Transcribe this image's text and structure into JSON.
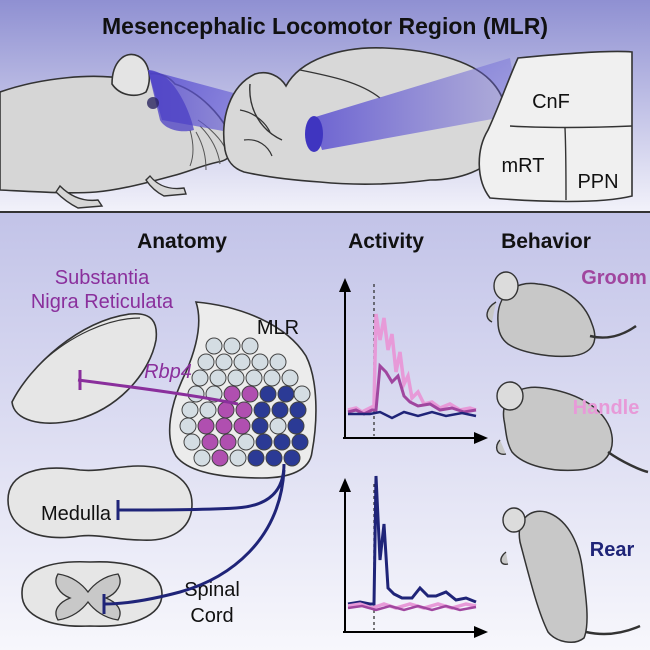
{
  "title": "Mesencephalic Locomotor Region (MLR)",
  "brain_regions": {
    "cnf": "CnF",
    "mrt": "mRT",
    "ppn": "PPN"
  },
  "headers": {
    "anatomy": "Anatomy",
    "activity": "Activity",
    "behavior": "Behavior"
  },
  "anatomy": {
    "snr_line1": "Substantia",
    "snr_line2": "Nigra Reticulata",
    "gene": "Rbp4",
    "mlr": "MLR",
    "medulla": "Medulla",
    "spinal_line1": "Spinal",
    "spinal_line2": "Cord"
  },
  "behaviors": {
    "groom": "Groom",
    "handle": "Handle",
    "rear": "Rear"
  },
  "colors": {
    "navy": "#1f2478",
    "purple": "#8a2f9c",
    "magenta": "#a0469f",
    "pink": "#e79ad8",
    "tissue": "#e6e6e6",
    "mouse": "#c8c8c8",
    "gradient_top": "#8f90d2",
    "gradient_bottom": "#f4f4fb"
  }
}
